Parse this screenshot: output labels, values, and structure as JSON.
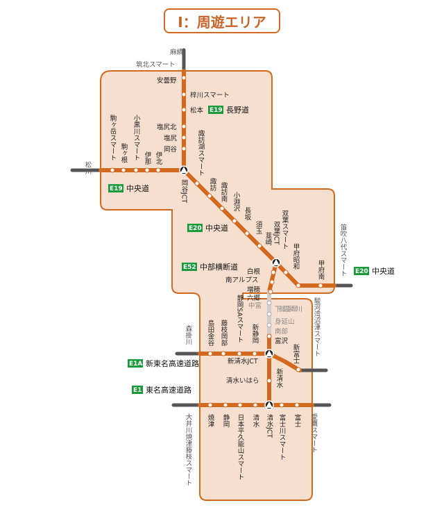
{
  "title": "Ⅰ：周遊エリア",
  "colors": {
    "area_fill": "#f7dfcf",
    "area_stroke": "#d2691e",
    "route": "#d2691e",
    "outside": "#555555",
    "badge": "#1a9a3a"
  },
  "roads": [
    {
      "id": "e19-nagano",
      "badge": "E19",
      "name": "長野道"
    },
    {
      "id": "e19-chuo",
      "badge": "E19",
      "name": "中央道"
    },
    {
      "id": "e20-chuo-a",
      "badge": "E20",
      "name": "中央道"
    },
    {
      "id": "e52",
      "badge": "E52",
      "name": "中部横断道"
    },
    {
      "id": "e20-chuo-b",
      "badge": "E20",
      "name": "中央道"
    },
    {
      "id": "e1a",
      "badge": "E1A",
      "name": "新東名高速道路"
    },
    {
      "id": "e1",
      "badge": "E1",
      "name": "東名高速道路"
    }
  ],
  "outside_labels": {
    "asakawa": "麻績",
    "chikuhoku": "筑北スマート",
    "matsukawa": "松川",
    "fuefuki": "笛吹八代スマート",
    "morikake": "森掛川",
    "oigawa": "大井川焼津藤枝スマート",
    "ashitaka": "愛鷹スマート",
    "suruga": "駿河湾沼津スマート"
  },
  "stations": {
    "azumino": "安曇野",
    "azusagawa": "梓川スマート",
    "matsumoto": "松本",
    "shiojirikita": "塩尻北",
    "shiojiri": "塩尻",
    "okaya": "岡谷",
    "komagatake": "駒ヶ岳スマート",
    "komagane": "駒ヶ根",
    "komakusa": "小黒川スマート",
    "ina": "伊那",
    "inakita": "伊北",
    "suwako": "諏訪湖スマート",
    "okayajct": "岡谷JCT",
    "suwa": "諏訪",
    "suwaminami": "諏訪南",
    "kobuchisawa": "小淵沢",
    "nagasaka": "長坂",
    "sudama": "須玉",
    "nirasaki": "韮崎",
    "futabajct": "双葉JCT",
    "futaba": "双葉スマート",
    "kofushowa": "甲府昭和",
    "kofuminami": "甲府南",
    "shirane": "白根",
    "minamialps": "南アルプス",
    "masuho": "増穂",
    "rokugo": "六郷",
    "naka_tomi": "中富",
    "shimobe": "下部温泉早川",
    "minobu": "身延山",
    "nanbu": "南部",
    "fujisawa": "富沢",
    "shizuokasa": "静岡SAスマート",
    "fujieda": "藤枝岡部",
    "shimadakanaya": "島田金谷",
    "shinshizuoka": "新静岡",
    "shinshimizujct": "新清水JCT",
    "shinshimizu": "新清水",
    "shinfuji": "新富士",
    "shimizuihara": "清水いはら",
    "yaizu": "焼津",
    "shizuoka": "静岡",
    "nihondaira": "日本平久能山スマート",
    "shimizu": "清水",
    "shimizujct": "清水JCT",
    "fujikawa": "富士川スマート",
    "fuji": "富士"
  }
}
